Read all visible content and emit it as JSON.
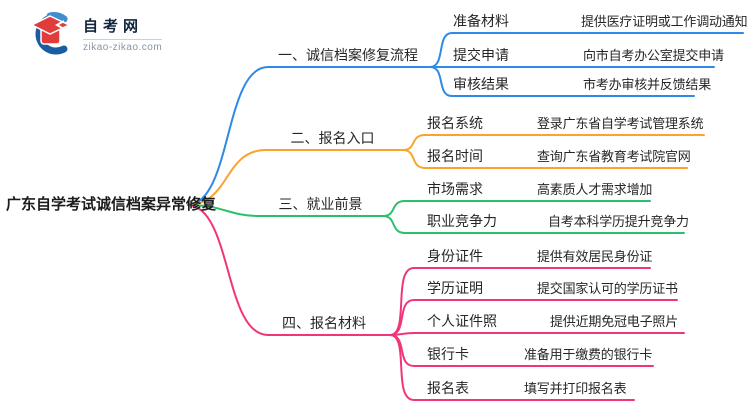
{
  "logo": {
    "site_name": "自考网",
    "site_url": "zikao-zikao.com"
  },
  "mindmap": {
    "root": "广东自学考试诚信档案异常修复",
    "branch_colors": {
      "blue": "#2E8AE6",
      "orange": "#F7A52B",
      "green": "#2BC06E",
      "pink": "#F0357B"
    },
    "branches": [
      {
        "label": "一、诚信档案修复流程",
        "color": "#2E8AE6",
        "children": [
          {
            "label": "准备材料",
            "detail": "提供医疗证明或工作调动通知"
          },
          {
            "label": "提交申请",
            "detail": "向市自考办公室提交申请"
          },
          {
            "label": "审核结果",
            "detail": "市考办审核并反馈结果"
          }
        ]
      },
      {
        "label": "二、报名入口",
        "color": "#F7A52B",
        "children": [
          {
            "label": "报名系统",
            "detail": "登录广东省自学考试管理系统"
          },
          {
            "label": "报名时间",
            "detail": "查询广东省教育考试院官网"
          }
        ]
      },
      {
        "label": "三、就业前景",
        "color": "#2BC06E",
        "children": [
          {
            "label": "市场需求",
            "detail": "高素质人才需求增加"
          },
          {
            "label": "职业竞争力",
            "detail": "自考本科学历提升竞争力"
          }
        ]
      },
      {
        "label": "四、报名材料",
        "color": "#F0357B",
        "children": [
          {
            "label": "身份证件",
            "detail": "提供有效居民身份证"
          },
          {
            "label": "学历证明",
            "detail": "提交国家认可的学历证书"
          },
          {
            "label": "个人证件照",
            "detail": "提供近期免冠电子照片"
          },
          {
            "label": "银行卡",
            "detail": "准备用于缴费的银行卡"
          },
          {
            "label": "报名表",
            "detail": "填写并打印报名表"
          }
        ]
      }
    ]
  }
}
